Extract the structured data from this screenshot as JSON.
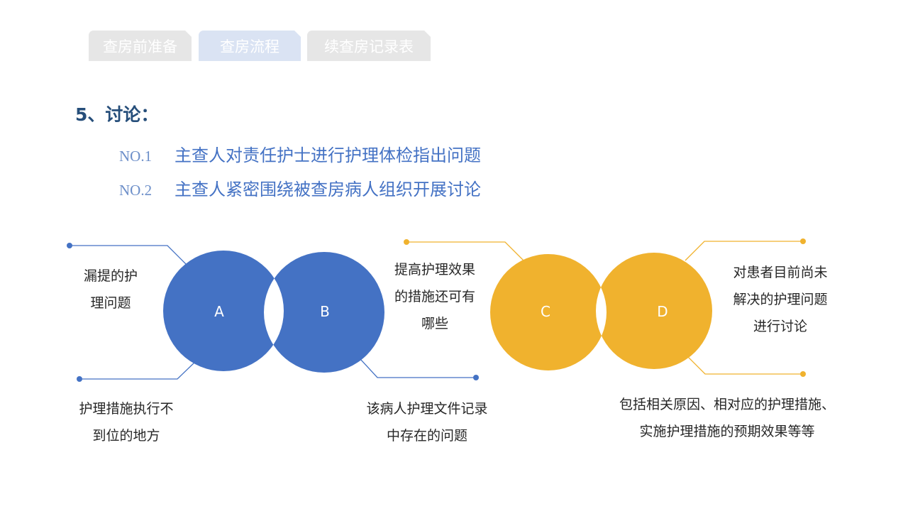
{
  "tabs": [
    {
      "label": "查房前准备",
      "state": "inactive"
    },
    {
      "label": "查房流程",
      "state": "active"
    },
    {
      "label": "续查房记录表",
      "state": "inactive"
    }
  ],
  "section": {
    "heading": "5、讨论：",
    "items": [
      {
        "no": "NO.1",
        "text": "主查人对责任护士进行护理体检指出问题"
      },
      {
        "no": "NO.2",
        "text": "主查人紧密围绕被查房病人组织开展讨论"
      }
    ]
  },
  "diagram": {
    "colors": {
      "blue": "#4472c4",
      "yellow": "#f0b22e"
    },
    "circles": [
      {
        "letter": "A",
        "color": "blue"
      },
      {
        "letter": "B",
        "color": "blue"
      },
      {
        "letter": "C",
        "color": "yellow"
      },
      {
        "letter": "D",
        "color": "yellow"
      }
    ],
    "labels": {
      "a_top": "漏提的护\n理问题",
      "a_bottom": "护理措施执行不\n到位的地方",
      "b_bottom": "该病人护理文件记录\n中存在的问题",
      "c_top": "提高护理效果\n的措施还可有\n哪些",
      "d_top": "对患者目前尚未\n解决的护理问题\n进行讨论",
      "d_bottom": "包括相关原因、相对应的护理措施、\n实施护理措施的预期效果等等"
    }
  }
}
